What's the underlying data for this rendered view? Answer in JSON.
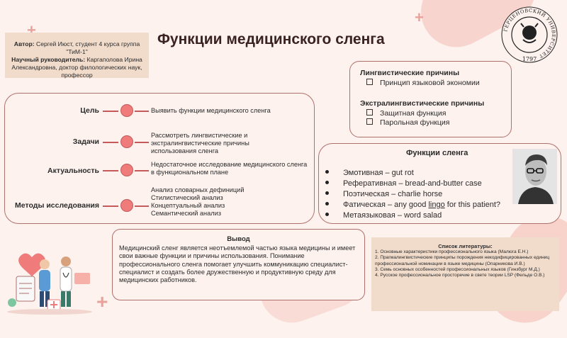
{
  "author": {
    "author_label": "Автор:",
    "author_text": " Сергей Июст, студент 4 курса группа \"ТиМ-1\"",
    "advisor_label": "Научный руководитель:",
    "advisor_text": " Каргаполова Ирина Александровна, доктор филологических наук, профессор"
  },
  "title": "Функции медицинского сленга",
  "seal": {
    "ring_text": "ГЕРЦЕНОВСКИЙ УНИВЕРСИТЕТ",
    "year": "1797",
    "lettering_note": "ring lettering rendered as part of emblem"
  },
  "research": {
    "rows": [
      {
        "label": "Цель",
        "desc": "Выявить функции медицинского сленга"
      },
      {
        "label": "Задачи",
        "desc": "Рассмотреть лингвистические и экстралингвистические причины использования сленга"
      },
      {
        "label": "Актуальность",
        "desc": "Недостаточное исследование медицинского сленга в функциональном плане"
      },
      {
        "label": "Методы исследования",
        "desc": "Анализ словарных дефиниций\nСтилистический анализ\nКонцептуальный анализ\nСемантический анализ"
      }
    ]
  },
  "reasons": {
    "linguistic_title": "Лингвистические причины",
    "linguistic_items": [
      "Принцип языковой экономии"
    ],
    "extra_title": "Экстралингвистические причины",
    "extra_items": [
      "Защитная функция",
      "Парольная функция"
    ]
  },
  "functions": {
    "title": "Функции сленга",
    "items": [
      {
        "pre": "Эмотивная – ",
        "term": "gut rot",
        "post": ""
      },
      {
        "pre": "Реферативная – ",
        "term": "bread-and-butter case",
        "post": ""
      },
      {
        "pre": "Поэтическая – ",
        "term": "charlie horse",
        "post": ""
      },
      {
        "pre": "Фатическая – ",
        "term": "any good ",
        "underlined": "lingo",
        "post": " for this patient?"
      },
      {
        "pre": "Метаязыковая – ",
        "term": "word salad",
        "post": ""
      }
    ]
  },
  "conclusion": {
    "title": "Вывод",
    "text": "Медицинский сленг является неотъемлемой частью языка медицины и имеет свои важные функции и причины использования. Понимание профессионального сленга помогает улучшить коммуникацию специалист-специалист и создать более дружественную и продуктивную среду для медицинских работников."
  },
  "literature": {
    "title": "Список литературы:",
    "items": [
      "1. Основные характеристики профессионального языка (Малюга Е.Н.)",
      "2. Прагмалингвистические принципы порождения некодифицированных единиц профессиональной номинации в языке медицины (Опарникова И.В.)",
      "3. Семь основных особенностей профессиональных языков (Гинзбург М.Д.)",
      "4. Русское профессиональное просторечие в свете теории LSP (Фельде О.В.)"
    ]
  },
  "colors": {
    "accent": "#ef7b7b",
    "border": "#b0706c",
    "background": "#fdf2ee",
    "panel": "#f1dccc"
  }
}
